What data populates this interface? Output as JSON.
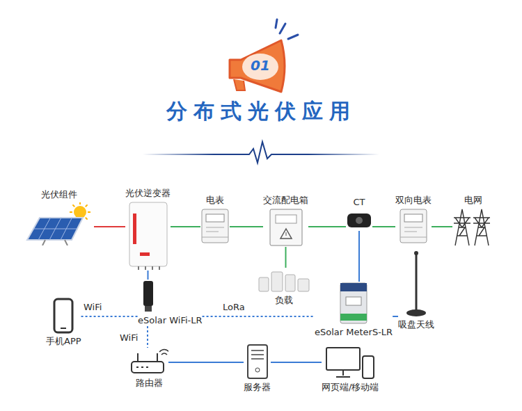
{
  "diagram": {
    "title": "分布式光伏应用",
    "nodes": [
      {
        "text": [
          "光伏组件"
        ]
      },
      {
        "text": [
          "光伏逆变器"
        ]
      },
      {
        "text": [
          "电表"
        ]
      },
      {
        "text": [
          "交流配电箱"
        ]
      },
      {
        "text": [
          "负载"
        ]
      },
      {
        "text": [
          "CT"
        ]
      },
      {
        "text": [
          "双向电表"
        ]
      },
      {
        "text": [
          "电网"
        ]
      },
      {
        "text": [
          "eSolar WiFi-LR"
        ]
      },
      {
        "text": [
          "手机APP"
        ]
      },
      {
        "text": [
          "eSolar MeterS-LR"
        ]
      },
      {
        "text": [
          "吸盘天线"
        ]
      },
      {
        "text": [
          "路由器"
        ]
      },
      {
        "text": [
          "服务器"
        ]
      },
      {
        "text": [
          "网页端/移动端"
        ]
      }
    ],
    "edges": [
      {
        "from": 0,
        "to": 1,
        "arrow": "none"
      },
      {
        "from": 1,
        "to": 2,
        "arrow": "none"
      },
      {
        "from": 2,
        "to": 3,
        "arrow": "none"
      },
      {
        "from": 3,
        "to": 5,
        "arrow": "none"
      },
      {
        "from": 5,
        "to": 6,
        "arrow": "none"
      },
      {
        "from": 6,
        "to": 7,
        "arrow": "none"
      },
      {
        "from": 3,
        "to": 4,
        "arrow": "none"
      },
      {
        "from": 1,
        "to": 8,
        "arrow": "none"
      },
      {
        "from": 5,
        "to": 10,
        "arrow": "none"
      },
      {
        "from": 10,
        "to": 11,
        "arrow": "none"
      },
      {
        "from": 9,
        "to": 8,
        "label": "WiFi",
        "arrow": "none"
      },
      {
        "from": 8,
        "to": 10,
        "label": "LoRa",
        "arrow": "none"
      },
      {
        "from": 8,
        "to": 12,
        "label": "WiFi",
        "arrow": "none"
      },
      {
        "from": 12,
        "to": 13,
        "arrow": "none"
      },
      {
        "from": 13,
        "to": 14,
        "arrow": "none"
      }
    ],
    "labels": [
      "01"
    ]
  }
}
